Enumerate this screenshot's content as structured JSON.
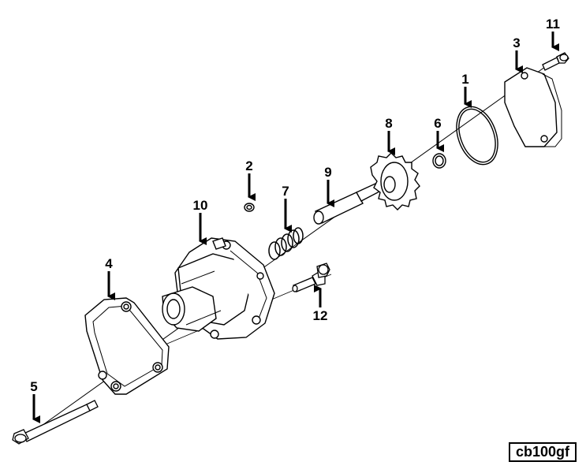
{
  "callouts": {
    "c1": "1",
    "c2": "2",
    "c3": "3",
    "c4": "4",
    "c5": "5",
    "c6": "6",
    "c7": "7",
    "c8": "8",
    "c9": "9",
    "c10": "10",
    "c11": "11",
    "c12": "12"
  },
  "reference_code": "cb100gf"
}
